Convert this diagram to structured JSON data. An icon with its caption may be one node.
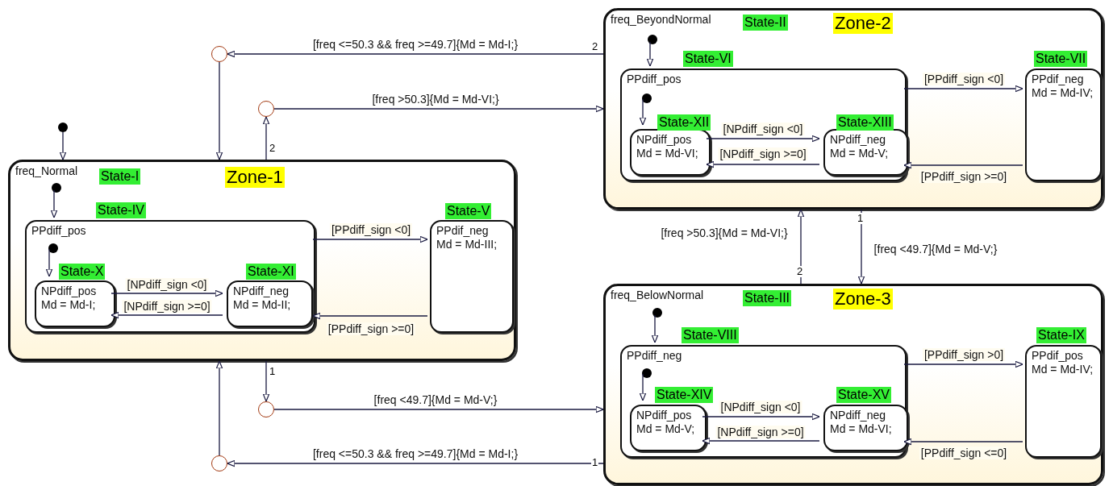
{
  "diagram": {
    "nodes": [
      {
        "text": [
          "freq_Normal"
        ],
        "beside": [
          "State-I",
          "Zone-1"
        ]
      },
      {
        "text": [
          "PPdiff_pos"
        ],
        "in": 0,
        "beside": [
          "State-IV"
        ]
      },
      {
        "text": [
          "NPdiff_pos Md = Md-I;"
        ],
        "in": 1,
        "beside": [
          "State-X"
        ]
      },
      {
        "text": [
          "NPdiff_neg Md = Md-II;"
        ],
        "in": 1,
        "beside": [
          "State-XI"
        ]
      },
      {
        "text": [
          "PPdif_neg Md = Md-III;"
        ],
        "in": 0,
        "beside": [
          "State-V"
        ]
      },
      {
        "text": [
          "freq_BeyondNormal"
        ],
        "beside": [
          "State-II",
          "Zone-2"
        ]
      },
      {
        "text": [
          "PPdiff_pos"
        ],
        "in": 5,
        "beside": [
          "State-VI"
        ]
      },
      {
        "text": [
          "NPdiff_pos Md = Md-VI;"
        ],
        "in": 6,
        "beside": [
          "State-XII"
        ]
      },
      {
        "text": [
          "NPdiff_neg Md = Md-V;"
        ],
        "in": 6,
        "beside": [
          "State-XIII"
        ]
      },
      {
        "text": [
          "PPdif_neg Md = Md-IV;"
        ],
        "in": 5,
        "beside": [
          "State-VII"
        ]
      },
      {
        "text": [
          "freq_BelowNormal"
        ],
        "beside": [
          "State-III",
          "Zone-3"
        ]
      },
      {
        "text": [
          "PPdiff_neg"
        ],
        "in": 10,
        "beside": [
          "State-VIII"
        ]
      },
      {
        "text": [
          "NPdiff_pos Md = Md-V;"
        ],
        "in": 11,
        "beside": [
          "State-XIV"
        ]
      },
      {
        "text": [
          "NPdiff_neg Md = Md-VI;"
        ],
        "in": 11,
        "beside": [
          "State-XV"
        ]
      },
      {
        "text": [
          "PPdif_pos Md = Md-IV;"
        ],
        "in": 10,
        "beside": [
          "State-IX"
        ]
      },
      {
        "text": [],
        "shape": "dot"
      },
      {
        "text": [],
        "shape": "dot",
        "in": 0
      },
      {
        "text": [],
        "shape": "dot",
        "in": 1
      },
      {
        "text": [],
        "shape": "dot",
        "in": 5
      },
      {
        "text": [],
        "shape": "dot",
        "in": 6
      },
      {
        "text": [],
        "shape": "dot",
        "in": 10
      },
      {
        "text": [],
        "shape": "dot",
        "in": 11
      },
      {
        "text": [],
        "shape": "circle"
      },
      {
        "text": [],
        "shape": "circle"
      },
      {
        "text": [],
        "shape": "circle"
      },
      {
        "text": [],
        "shape": "circle"
      }
    ],
    "edges": [
      {
        "from": 15,
        "to": 0,
        "arrow": "to"
      },
      {
        "from": 16,
        "to": 1,
        "arrow": "to"
      },
      {
        "from": 17,
        "to": 2,
        "arrow": "to"
      },
      {
        "from": 2,
        "to": 3,
        "arrow": "to",
        "label": "[NPdiff_sign <0]"
      },
      {
        "from": 3,
        "to": 2,
        "arrow": "to",
        "label": "[NPdiff_sign >=0]"
      },
      {
        "from": 1,
        "to": 4,
        "arrow": "to",
        "label": "[PPdiff_sign <0]"
      },
      {
        "from": 4,
        "to": 1,
        "arrow": "to",
        "label": "[PPdiff_sign >=0]"
      },
      {
        "from": 18,
        "to": 6,
        "arrow": "to"
      },
      {
        "from": 19,
        "to": 7,
        "arrow": "to"
      },
      {
        "from": 7,
        "to": 8,
        "arrow": "to",
        "label": "[NPdiff_sign <0]"
      },
      {
        "from": 8,
        "to": 7,
        "arrow": "to",
        "label": "[NPdiff_sign >=0]"
      },
      {
        "from": 6,
        "to": 9,
        "arrow": "to",
        "label": "[PPdiff_sign <0]"
      },
      {
        "from": 9,
        "to": 6,
        "arrow": "to",
        "label": "[PPdiff_sign >=0]"
      },
      {
        "from": 20,
        "to": 11,
        "arrow": "to"
      },
      {
        "from": 21,
        "to": 12,
        "arrow": "to"
      },
      {
        "from": 12,
        "to": 13,
        "arrow": "to",
        "label": "[NPdiff_sign <0]"
      },
      {
        "from": 13,
        "to": 12,
        "arrow": "to",
        "label": "[NPdiff_sign >=0]"
      },
      {
        "from": 11,
        "to": 14,
        "arrow": "to",
        "label": "[PPdiff_sign >0]"
      },
      {
        "from": 14,
        "to": 11,
        "arrow": "to",
        "label": "[PPdiff_sign <=0]"
      },
      {
        "from": 5,
        "to": 22,
        "arrow": "to",
        "label": "[freq <=50.3 && freq >=49.7]{Md = Md-I;}"
      },
      {
        "from": 22,
        "to": 0,
        "arrow": "to"
      },
      {
        "from": 0,
        "to": 23,
        "arrow": "to"
      },
      {
        "from": 23,
        "to": 5,
        "arrow": "to",
        "label": "[freq >50.3]{Md = Md-VI;}"
      },
      {
        "from": 0,
        "to": 24,
        "arrow": "to"
      },
      {
        "from": 24,
        "to": 10,
        "arrow": "to",
        "label": "[freq <49.7]{Md = Md-V;}"
      },
      {
        "from": 10,
        "to": 25,
        "arrow": "to",
        "label": "[freq <=50.3 && freq >=49.7]{Md = Md-I;}"
      },
      {
        "from": 25,
        "to": 0,
        "arrow": "to"
      },
      {
        "from": 10,
        "to": 5,
        "arrow": "to",
        "label": "[freq >50.3]{Md = Md-VI;}"
      },
      {
        "from": 5,
        "to": 10,
        "arrow": "to",
        "label": "[freq <49.7]{Md = Md-V;}"
      }
    ],
    "labels": [
      "2",
      "2",
      "1",
      "2",
      "1",
      "1"
    ]
  }
}
